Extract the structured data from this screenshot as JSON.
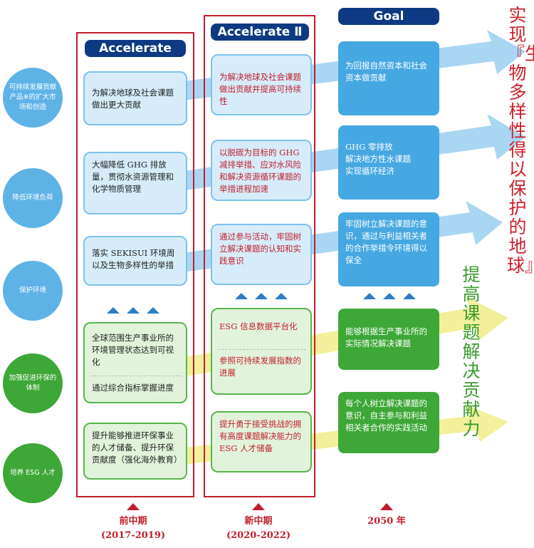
{
  "badges": {
    "accelerate": "Accelerate",
    "accelerate2": "Accelerate Ⅱ",
    "goal": "Goal"
  },
  "themes": [
    {
      "label": "可持续发展贡献产品※的扩大市场和创造",
      "color": "#5eb3e6"
    },
    {
      "label": "降低环境负荷",
      "color": "#5eb3e6"
    },
    {
      "label": "保护环境",
      "color": "#5eb3e6"
    },
    {
      "label": "加强促进环保的体制",
      "color": "#3da737"
    },
    {
      "label": "培养 ESG 人才",
      "color": "#3da737"
    }
  ],
  "accelerate_items": [
    "为解决地球及社会课题做出更大贡献",
    "大幅降低 GHG 排放量，贯彻水资源管理和化学物质管理",
    "落实 SEKISUI 环境周以及生物多样性的举措",
    "全球范围生产事业所的环境管理状态达到可视化",
    "通过综合指标掌握进度",
    "提升能够推进环保事业的人才储备、提升环保贡献度（强化海外教育）"
  ],
  "accelerate2_items": [
    "为解决地球及社会课题做出贡献并提高可持续性",
    "以脱碳为目标的 GHG 减排举措、应对水风险和解决资源循环课题的举措进程加速",
    "通过参与活动，牢固树立解决课题的认知和实践意识",
    "ESG 信息数据平台化",
    "参照可持续发展指数的进展",
    "提升勇于接受挑战的拥有高度课题解决能力的 ESG 人才储备"
  ],
  "goal_items": [
    "为回报自然资本和社会资本做贡献",
    "GHG 零排放\n解决地方性水课题\n实现循环经济",
    "牢固树立解决课题的意识，通过与利益相关者的合作举措令环境得以保全",
    "能够根据生产事业所的实际情况解决课题",
    "每个人树立解决课题的意识，自主参与和利益相关者合作的实践活动"
  ],
  "vision_red": "实现『生物多样性得以保护的地球』",
  "vision_green": "提高课题解决贡献力",
  "periods": {
    "p1_name": "前中期",
    "p1_years": "(2017-2019)",
    "p2_name": "新中期",
    "p2_years": "(2020-2022)",
    "p3_name": "2050 年"
  },
  "colors": {
    "frame_red": "#c21c2c",
    "badge_navy": "#0d3a82",
    "light_blue": "#5eb3e6",
    "green": "#3da737",
    "arrow_blue": "#a9d6f3",
    "arrow_yellow": "#f2f09a"
  }
}
